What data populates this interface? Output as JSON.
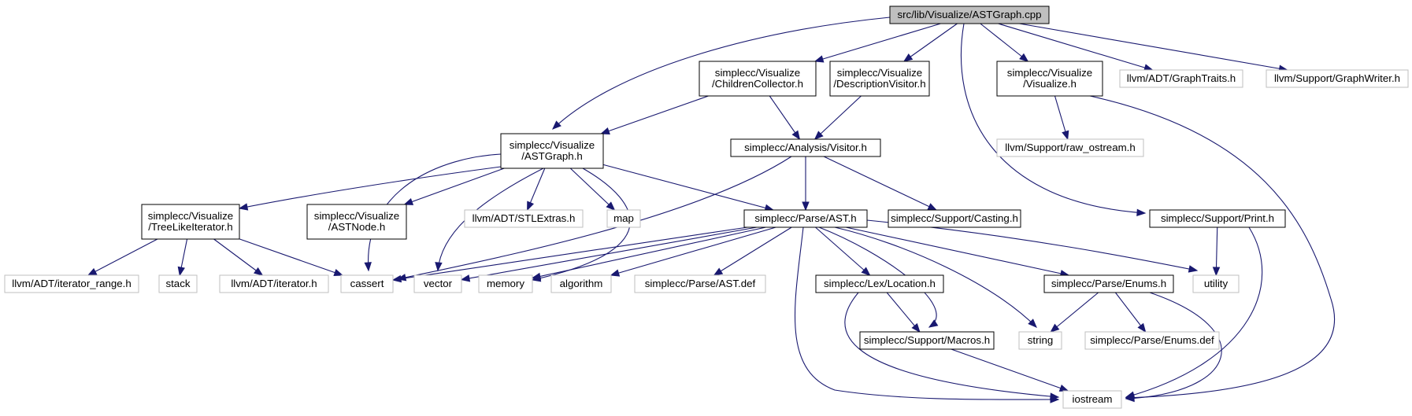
{
  "diagram": {
    "colors": {
      "edge": "#191970",
      "root_fill": "#bfbfbf",
      "header_border": "#000000",
      "system_border": "#bfbfbf",
      "node_fill": "#ffffff"
    },
    "nodes": [
      {
        "id": "n_root",
        "lines": [
          "src/lib/Visualize/ASTGraph.cpp"
        ],
        "kind": "root"
      },
      {
        "id": "n_children",
        "lines": [
          "simplecc/Visualize",
          "/ChildrenCollector.h"
        ],
        "kind": "header"
      },
      {
        "id": "n_descvis",
        "lines": [
          "simplecc/Visualize",
          "/DescriptionVisitor.h"
        ],
        "kind": "header"
      },
      {
        "id": "n_visualize",
        "lines": [
          "simplecc/Visualize",
          "/Visualize.h"
        ],
        "kind": "header"
      },
      {
        "id": "n_graphtraits",
        "lines": [
          "llvm/ADT/GraphTraits.h"
        ],
        "kind": "system"
      },
      {
        "id": "n_graphwriter",
        "lines": [
          "llvm/Support/GraphWriter.h"
        ],
        "kind": "system"
      },
      {
        "id": "n_astgraph",
        "lines": [
          "simplecc/Visualize",
          "/ASTGraph.h"
        ],
        "kind": "header"
      },
      {
        "id": "n_visitor",
        "lines": [
          "simplecc/Analysis/Visitor.h"
        ],
        "kind": "header"
      },
      {
        "id": "n_rawostream",
        "lines": [
          "llvm/Support/raw_ostream.h"
        ],
        "kind": "system"
      },
      {
        "id": "n_treelike",
        "lines": [
          "simplecc/Visualize",
          "/TreeLikeIterator.h"
        ],
        "kind": "header"
      },
      {
        "id": "n_astnode",
        "lines": [
          "simplecc/Visualize",
          "/ASTNode.h"
        ],
        "kind": "header"
      },
      {
        "id": "n_stlextras",
        "lines": [
          "llvm/ADT/STLExtras.h"
        ],
        "kind": "system"
      },
      {
        "id": "n_map",
        "lines": [
          "map"
        ],
        "kind": "system"
      },
      {
        "id": "n_ast",
        "lines": [
          "simplecc/Parse/AST.h"
        ],
        "kind": "header"
      },
      {
        "id": "n_casting",
        "lines": [
          "simplecc/Support/Casting.h"
        ],
        "kind": "header"
      },
      {
        "id": "n_print",
        "lines": [
          "simplecc/Support/Print.h"
        ],
        "kind": "header"
      },
      {
        "id": "n_iterrange",
        "lines": [
          "llvm/ADT/iterator_range.h"
        ],
        "kind": "system"
      },
      {
        "id": "n_stack",
        "lines": [
          "stack"
        ],
        "kind": "system"
      },
      {
        "id": "n_iterator",
        "lines": [
          "llvm/ADT/iterator.h"
        ],
        "kind": "system"
      },
      {
        "id": "n_cassert",
        "lines": [
          "cassert"
        ],
        "kind": "system"
      },
      {
        "id": "n_vector",
        "lines": [
          "vector"
        ],
        "kind": "system"
      },
      {
        "id": "n_memory",
        "lines": [
          "memory"
        ],
        "kind": "system"
      },
      {
        "id": "n_algorithm",
        "lines": [
          "algorithm"
        ],
        "kind": "system"
      },
      {
        "id": "n_astdef",
        "lines": [
          "simplecc/Parse/AST.def"
        ],
        "kind": "system"
      },
      {
        "id": "n_location",
        "lines": [
          "simplecc/Lex/Location.h"
        ],
        "kind": "header"
      },
      {
        "id": "n_enums",
        "lines": [
          "simplecc/Parse/Enums.h"
        ],
        "kind": "header"
      },
      {
        "id": "n_utility",
        "lines": [
          "utility"
        ],
        "kind": "system"
      },
      {
        "id": "n_macros",
        "lines": [
          "simplecc/Support/Macros.h"
        ],
        "kind": "header"
      },
      {
        "id": "n_string",
        "lines": [
          "string"
        ],
        "kind": "system"
      },
      {
        "id": "n_enumsdef",
        "lines": [
          "simplecc/Parse/Enums.def"
        ],
        "kind": "system"
      },
      {
        "id": "n_iostream",
        "lines": [
          "iostream"
        ],
        "kind": "system"
      }
    ],
    "edges": [
      [
        "n_root",
        "n_children"
      ],
      [
        "n_root",
        "n_descvis"
      ],
      [
        "n_root",
        "n_visualize"
      ],
      [
        "n_root",
        "n_graphtraits"
      ],
      [
        "n_root",
        "n_graphwriter"
      ],
      [
        "n_root",
        "n_astgraph"
      ],
      [
        "n_root",
        "n_print"
      ],
      [
        "n_children",
        "n_astgraph"
      ],
      [
        "n_children",
        "n_visitor"
      ],
      [
        "n_descvis",
        "n_visitor"
      ],
      [
        "n_visualize",
        "n_rawostream"
      ],
      [
        "n_visualize",
        "n_iostream"
      ],
      [
        "n_astgraph",
        "n_treelike"
      ],
      [
        "n_astgraph",
        "n_astnode"
      ],
      [
        "n_astgraph",
        "n_stlextras"
      ],
      [
        "n_astgraph",
        "n_map"
      ],
      [
        "n_astgraph",
        "n_ast"
      ],
      [
        "n_astgraph",
        "n_cassert"
      ],
      [
        "n_astgraph",
        "n_vector"
      ],
      [
        "n_astgraph",
        "n_memory"
      ],
      [
        "n_visitor",
        "n_ast"
      ],
      [
        "n_visitor",
        "n_casting"
      ],
      [
        "n_visitor",
        "n_cassert"
      ],
      [
        "n_treelike",
        "n_iterrange"
      ],
      [
        "n_treelike",
        "n_stack"
      ],
      [
        "n_treelike",
        "n_iterator"
      ],
      [
        "n_treelike",
        "n_cassert"
      ],
      [
        "n_ast",
        "n_cassert"
      ],
      [
        "n_ast",
        "n_vector"
      ],
      [
        "n_ast",
        "n_memory"
      ],
      [
        "n_ast",
        "n_algorithm"
      ],
      [
        "n_ast",
        "n_astdef"
      ],
      [
        "n_ast",
        "n_location"
      ],
      [
        "n_ast",
        "n_enums"
      ],
      [
        "n_ast",
        "n_utility"
      ],
      [
        "n_ast",
        "n_macros"
      ],
      [
        "n_ast",
        "n_string"
      ],
      [
        "n_ast",
        "n_iostream"
      ],
      [
        "n_print",
        "n_utility"
      ],
      [
        "n_print",
        "n_iostream"
      ],
      [
        "n_location",
        "n_macros"
      ],
      [
        "n_location",
        "n_iostream"
      ],
      [
        "n_enums",
        "n_string"
      ],
      [
        "n_enums",
        "n_enumsdef"
      ],
      [
        "n_enums",
        "n_iostream"
      ],
      [
        "n_macros",
        "n_iostream"
      ]
    ]
  }
}
